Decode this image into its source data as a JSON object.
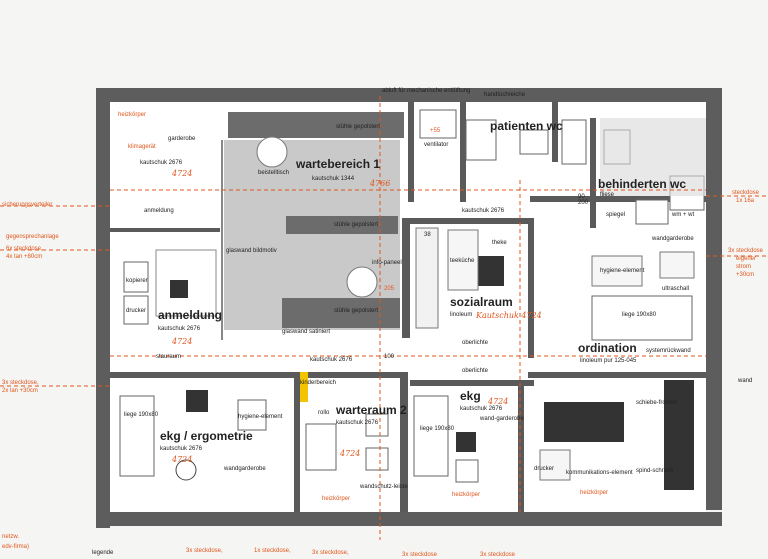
{
  "top_notes": {
    "abluft": "abluft für mechanische entlüftung",
    "handtuch": "handtuchreiche"
  },
  "left_notes": {
    "sicherung": "sicherungsverteiler",
    "gegensprech": "gegensprechanlage",
    "steckdose_6x": "6x steckdose,",
    "steckdose_6x_2": "4x tan +80cm",
    "steckdose_3x": "3x steckdose,",
    "steckdose_3x_2": "2x lan +30cm",
    "netzw": "netzw.",
    "edv": "edv-firma)"
  },
  "right_notes": {
    "steckdose_1x": "steckdose",
    "steckdose_1x_2": "1x 16a",
    "steckdose_3x": "3x steckdose",
    "steckdose_3x_2": "eigener",
    "steckdose_3x_3": "strom",
    "steckdose_3x_4": "+30cm",
    "wand": "wand"
  },
  "bottom_notes": {
    "legende": "legende",
    "b1": "3x steckdose,",
    "b2": "1x steckdose,",
    "b3": "3x steckdose,",
    "b4": "3x steckdose",
    "b5": "3x steckdose"
  },
  "rooms": {
    "wartebereich": {
      "name": "wartebereich 1",
      "floor": "kautschuk 1344",
      "note": "4766"
    },
    "garderobe": {
      "name": "garderobe",
      "floor": "kautschuk 2676",
      "note": "4724",
      "extra": "klimagerät"
    },
    "patienten_wc": {
      "name": "patienten wc",
      "extra": "ventilator",
      "extra2": "+55"
    },
    "behinderten_wc": {
      "name": "behinderten wc",
      "floor": "fliese",
      "extra": "spiegel",
      "extra2": "wm + wt"
    },
    "anmeldung": {
      "name": "anmeldung",
      "floor": "kautschuk 2676",
      "note": "4724",
      "extra": "anmeldung"
    },
    "sozialraum": {
      "name": "sozialraum",
      "floor": "linoleum",
      "note": "Kautschuk 4724",
      "extra": "theke",
      "extra2": "teeküche"
    },
    "ordination": {
      "name": "ordination",
      "floor": "linoleum pur 125-045",
      "extra": "hygiene-element",
      "extra2": "ultraschall",
      "extra3": "liege 190x80",
      "extra4": "wandgarderobe"
    },
    "ekg_ergometrie": {
      "name": "ekg / ergometrie",
      "floor": "kautschuk 2676",
      "note": "4724",
      "extra": "liege 190x80",
      "extra2": "hygiene-element",
      "extra3": "wandgarderobe"
    },
    "warteraum2": {
      "name": "warteraum 2",
      "floor": "kautschuk 2676",
      "note": "4724",
      "extra": "rollo",
      "extra2": "wandschutz-leiste"
    },
    "ekg": {
      "name": "ekg",
      "floor": "kautschuk 2676",
      "note": "4724",
      "extra": "liege 190x80",
      "extra2": "wand-garderobe"
    },
    "kommunikation": {
      "name": "kommunikations-element",
      "extra": "drucker",
      "extra2": "spind-schrank",
      "extra3": "schiebe-fronten"
    }
  },
  "misc": {
    "kautschuk_corridor": "kautschuk 2676",
    "kautschuk_top": "kautschuk 2676",
    "stauraum": "stauraum",
    "kopierer": "kopierer",
    "drucker": "drucker",
    "glaswand": "glaswand bildmotiv",
    "glaswand_satiniert": "glaswand satiniert",
    "infopaneel": "info-paneel",
    "oberlichte": "oberlichte",
    "heizkoerper": "heizkörper",
    "kinderbereich": "kinderbereich",
    "stuehle": "stühle gepolstert",
    "beistelltisch": "beistelltisch",
    "systemrueckwand": "systemrückwand",
    "tuer_205": "205",
    "tuer_100": "100",
    "dim_90": "90",
    "dim_200": "200",
    "dim_38": "38"
  }
}
